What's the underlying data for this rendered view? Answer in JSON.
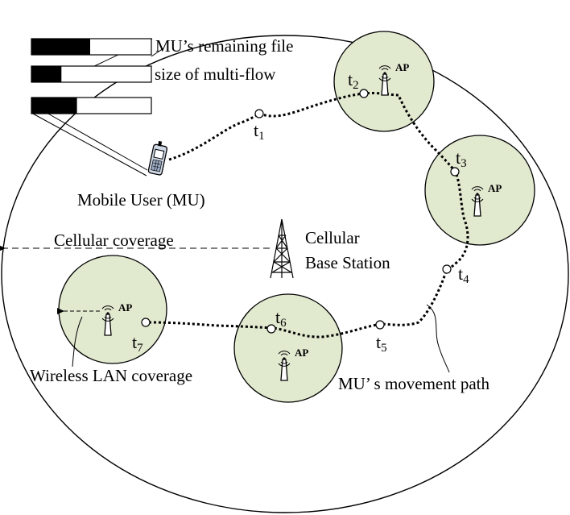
{
  "labels": {
    "legend_line1": "MU’s remaining file",
    "legend_line2": "size of multi-flow",
    "mobile_user": "Mobile User (MU)",
    "cellular_coverage": "Cellular coverage",
    "bs_line1": "Cellular",
    "bs_line2": "Base Station",
    "wlan_coverage": "Wireless LAN coverage",
    "movement_path": "MU’ s movement path",
    "ap": "AP"
  },
  "flow_remaining": [
    0.49,
    0.25,
    0.38
  ],
  "time_points": [
    {
      "t": "t",
      "sub": "1"
    },
    {
      "t": "t",
      "sub": "2"
    },
    {
      "t": "t",
      "sub": "3"
    },
    {
      "t": "t",
      "sub": "4"
    },
    {
      "t": "t",
      "sub": "5"
    },
    {
      "t": "t",
      "sub": "6"
    },
    {
      "t": "t",
      "sub": "7"
    }
  ],
  "colors": {
    "wlan_fill": "#e1e9cf",
    "stroke": "#000000",
    "bar_fill": "#000000"
  },
  "icons": [
    "mobile-phone-icon",
    "cellular-tower-icon",
    "access-point-icon"
  ]
}
